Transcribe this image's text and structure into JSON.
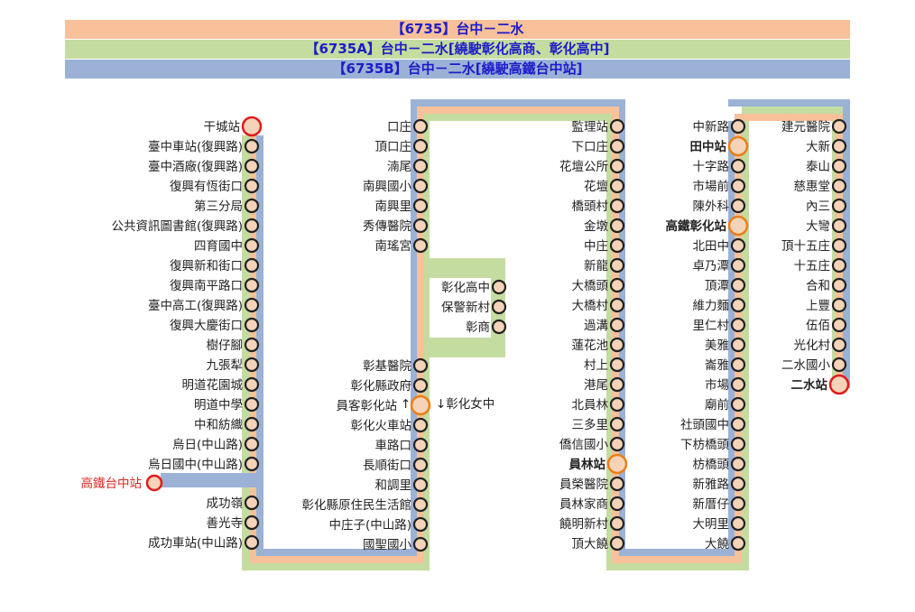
{
  "header": {
    "line1": "【6735】台中－二水",
    "line2": "【6735A】台中－二水[繞駛彰化高商、彰化高中]",
    "line3": "【6735B】台中－二水[繞駛高鐵台中站]"
  },
  "colors": {
    "route_6735": "#f8c19a",
    "route_6735A": "#c4dca0",
    "route_6735B": "#9bb2d6",
    "stop_ring_default": "#222222",
    "stop_ring_orange": "#e97f17",
    "stop_ring_red": "#e11b1b",
    "stop_fill": "#f5d3b8",
    "label_highlight": "#d8281f"
  },
  "columns": {
    "col1": [
      {
        "label": "干城站",
        "ring": "red",
        "big": true
      },
      {
        "label": "臺中車站(復興路)"
      },
      {
        "label": "臺中酒廠(復興路)"
      },
      {
        "label": "復興有恆街口"
      },
      {
        "label": "第三分局"
      },
      {
        "label": "公共資訊圖書館(復興路)"
      },
      {
        "label": "四育國中"
      },
      {
        "label": "復興新和街口"
      },
      {
        "label": "復興南平路口"
      },
      {
        "label": "臺中高工(復興路)"
      },
      {
        "label": "復興大慶街口"
      },
      {
        "label": "樹仔腳"
      },
      {
        "label": "九張犁"
      },
      {
        "label": "明道花園城"
      },
      {
        "label": "明道中學"
      },
      {
        "label": "中和紡織"
      },
      {
        "label": "烏日(中山路)"
      },
      {
        "label": "烏日國中(中山路)"
      }
    ],
    "hsr_branch": {
      "label": "高鐵台中站"
    },
    "col1_tail": [
      {
        "label": "成功嶺"
      },
      {
        "label": "善光寺"
      },
      {
        "label": "成功車站(中山路)"
      }
    ],
    "col2_top": [
      {
        "label": "口庄"
      },
      {
        "label": "頂口庄"
      },
      {
        "label": "湳尾"
      },
      {
        "label": "南興國小"
      },
      {
        "label": "南興里"
      },
      {
        "label": "秀傳醫院"
      },
      {
        "label": "南瑤宮"
      }
    ],
    "col2_branch": [
      {
        "label": "彰化高中"
      },
      {
        "label": "保警新村"
      },
      {
        "label": "彰商"
      }
    ],
    "col2_bottom": [
      {
        "label": "彰基醫院"
      },
      {
        "label": "彰化縣政府"
      },
      {
        "label": "員客彰化站",
        "ring": "orange",
        "big": true
      },
      {
        "label": "彰化火車站"
      },
      {
        "label": "車路口"
      },
      {
        "label": "長順街口"
      },
      {
        "label": "和調里"
      },
      {
        "label": "彰化縣原住民生活館"
      },
      {
        "label": "中庄子(中山路)"
      },
      {
        "label": "國聖國小"
      }
    ],
    "up_arrow": "↑",
    "down_note": "↓彰化女中",
    "col3": [
      {
        "label": "監理站"
      },
      {
        "label": "下口庄"
      },
      {
        "label": "花壇公所"
      },
      {
        "label": "花壇"
      },
      {
        "label": "橋頭村"
      },
      {
        "label": "金墩"
      },
      {
        "label": "中庄"
      },
      {
        "label": "新龍"
      },
      {
        "label": "大橋頭"
      },
      {
        "label": "大橋村"
      },
      {
        "label": "過溝"
      },
      {
        "label": "蓮花池"
      },
      {
        "label": "村上"
      },
      {
        "label": "港尾"
      },
      {
        "label": "北員林"
      },
      {
        "label": "三多里"
      },
      {
        "label": "僑信國小"
      },
      {
        "label": "員林站",
        "ring": "orange",
        "big": true,
        "bold": true
      },
      {
        "label": "員榮醫院"
      },
      {
        "label": "員林家商"
      },
      {
        "label": "饒明新村"
      },
      {
        "label": "頂大饒"
      }
    ],
    "col4": [
      {
        "label": "中新路"
      },
      {
        "label": "田中站",
        "ring": "orange",
        "big": true,
        "bold": true
      },
      {
        "label": "十字路"
      },
      {
        "label": "市場前"
      },
      {
        "label": "陳外科"
      },
      {
        "label": "高鐵彰化站",
        "ring": "orange",
        "big": true,
        "bold": true
      },
      {
        "label": "北田中"
      },
      {
        "label": "卓乃潭"
      },
      {
        "label": "頂潭"
      },
      {
        "label": "維力麵"
      },
      {
        "label": "里仁村"
      },
      {
        "label": "美雅"
      },
      {
        "label": "崙雅"
      },
      {
        "label": "市場"
      },
      {
        "label": "廟前"
      },
      {
        "label": "社頭國中"
      },
      {
        "label": "下枋橋頭"
      },
      {
        "label": "枋橋頭"
      },
      {
        "label": "新雅路"
      },
      {
        "label": "新厝仔"
      },
      {
        "label": "大明里"
      },
      {
        "label": "大饒"
      }
    ],
    "col5": [
      {
        "label": "建元醫院"
      },
      {
        "label": "大新"
      },
      {
        "label": "泰山"
      },
      {
        "label": "慈惠堂"
      },
      {
        "label": "內三"
      },
      {
        "label": "大彎"
      },
      {
        "label": "頂十五庄"
      },
      {
        "label": "十五庄"
      },
      {
        "label": "合和"
      },
      {
        "label": "上豐"
      },
      {
        "label": "伍佰"
      },
      {
        "label": "光化村"
      },
      {
        "label": "二水國小"
      },
      {
        "label": "二水站",
        "ring": "red",
        "big": true,
        "bold": true
      }
    ]
  }
}
